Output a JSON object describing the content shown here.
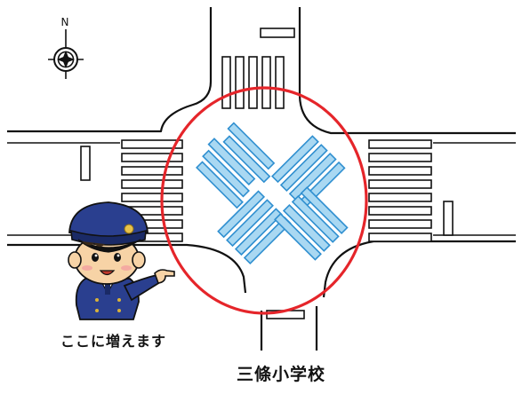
{
  "compass": {
    "north_label": "N",
    "icon": "compass-rose-icon"
  },
  "officer": {
    "caption": "ここに増えます",
    "icon": "police-officer-pointing-icon"
  },
  "school": {
    "label": "三條小学校"
  },
  "colors": {
    "line": "#111111",
    "highlight_circle": "#e5252a",
    "diagonal_crossing": "#a9d8f2",
    "diagonal_crossing_edge": "#2f8fd0",
    "uniform": "#2a3f8f"
  }
}
